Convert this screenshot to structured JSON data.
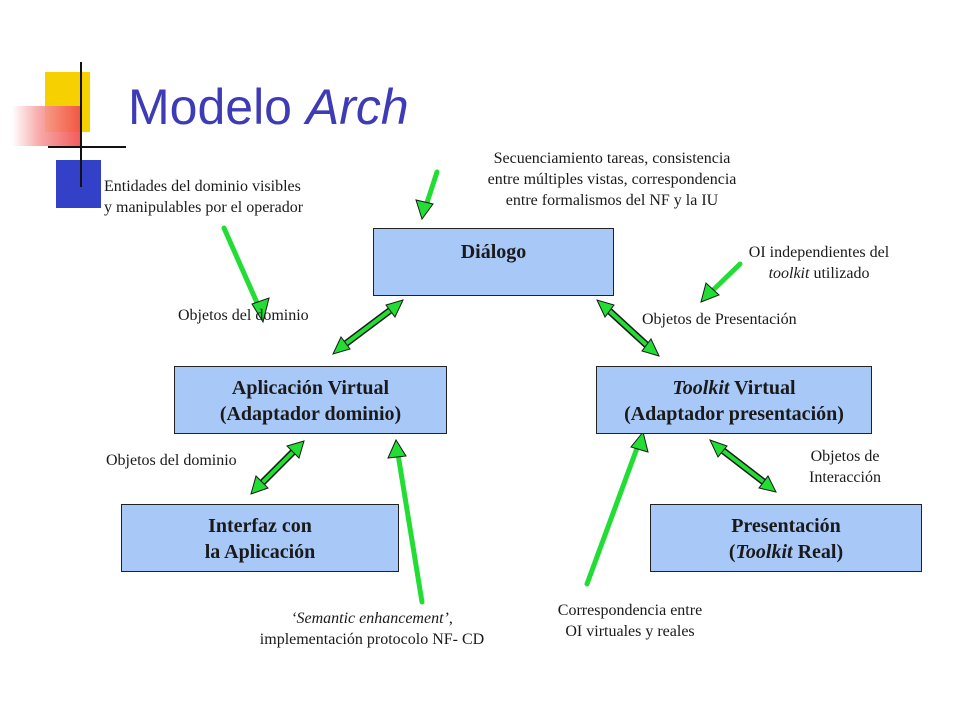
{
  "slide": {
    "title_main": "Modelo ",
    "title_em": "Arch"
  },
  "boxes": {
    "dialogo": "Diálogo",
    "aplicacion_virtual": {
      "line1": "Aplicación Virtual",
      "line2": "(Adaptador dominio)"
    },
    "toolkit_virtual": {
      "line1_em": "Toolkit",
      "line1_rest": " Virtual",
      "line2": "(Adaptador presentación)"
    },
    "interfaz": {
      "line1": "Interfaz con",
      "line2": "la Aplicación"
    },
    "presentacion": {
      "line1": "Presentación",
      "line2_open": "(",
      "line2_em": "Toolkit",
      "line2_rest": " Real)"
    }
  },
  "labels": {
    "entidades": {
      "line1": "Entidades del dominio visibles",
      "line2": "y manipulables por el operador"
    },
    "secuenciamiento": {
      "line1": "Secuenciamiento tareas, consistencia",
      "line2": "entre múltiples vistas, correspondencia",
      "line3": "entre formalismos del NF y la IU"
    },
    "oi_independientes": {
      "line1": "OI independientes del",
      "line2_em": "toolkit",
      "line2_rest": " utilizado"
    },
    "objetos_dominio_top": "Objetos del dominio",
    "objetos_presentacion": "Objetos de Presentación",
    "objetos_dominio_bottom": "Objetos del dominio",
    "objetos_interaccion": {
      "line1": "Objetos de",
      "line2": "Interacción"
    },
    "semantic": {
      "line1_em": "‘Semantic enhancement’",
      "line1_rest": ",",
      "line2": "implementación protocolo NF- CD"
    },
    "correspondencia": {
      "line1": "Correspondencia entre",
      "line2": "OI virtuales y reales"
    }
  },
  "colors": {
    "box_fill": "#a8c8f8",
    "title": "#3d3bb5",
    "arrow_green": "#22dd33",
    "arrow_outline": "#1a1a1a",
    "deco_yellow": "#f7d000",
    "deco_red": "#f24a4a",
    "deco_blue": "#3340c8"
  }
}
